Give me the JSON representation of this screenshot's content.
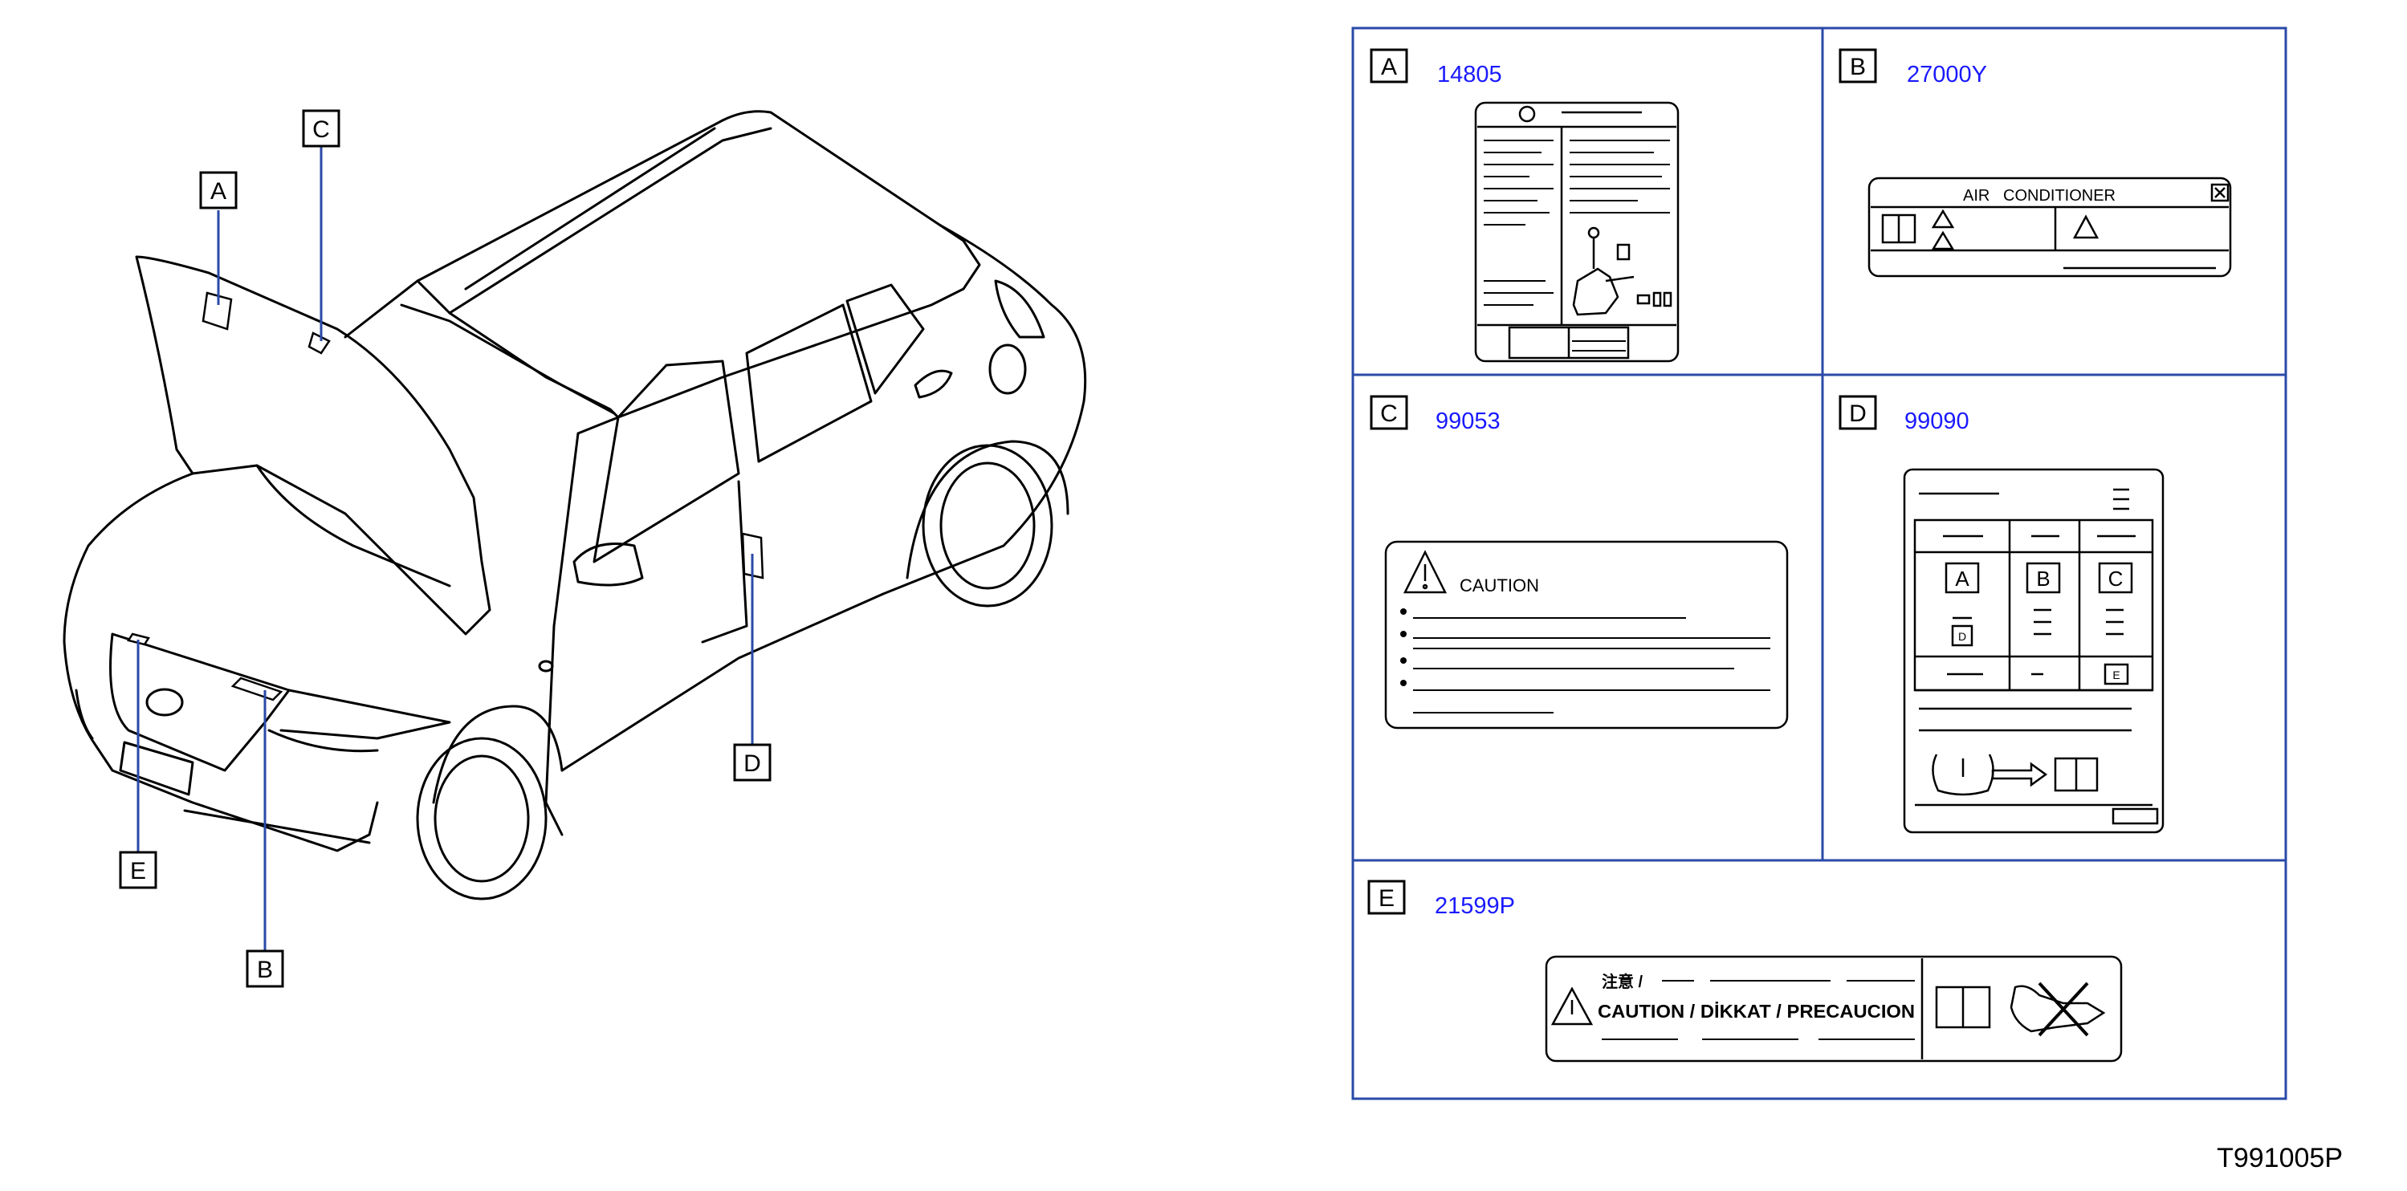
{
  "diagram_code": "T991005P",
  "callouts": [
    {
      "letter": "A"
    },
    {
      "letter": "C"
    },
    {
      "letter": "D"
    },
    {
      "letter": "E"
    },
    {
      "letter": "B"
    }
  ],
  "panels": [
    {
      "letter": "A",
      "part_number": "14805"
    },
    {
      "letter": "B",
      "part_number": "27000Y"
    },
    {
      "letter": "C",
      "part_number": "99053"
    },
    {
      "letter": "D",
      "part_number": "99090"
    },
    {
      "letter": "E",
      "part_number": "21599P"
    }
  ],
  "label_b": {
    "title": "AIR   CONDITIONER"
  },
  "label_c": {
    "heading": "CAUTION"
  },
  "label_d": {
    "cells": [
      "A",
      "B",
      "C",
      "D",
      "E"
    ]
  },
  "label_e": {
    "top_line": "注意 /",
    "main_line": "CAUTION / DİKKAT / PRECAUCION"
  },
  "colors": {
    "frame": "#2a4aa8",
    "leader": "#2a4aa8",
    "part_number": "#1a1aff"
  }
}
